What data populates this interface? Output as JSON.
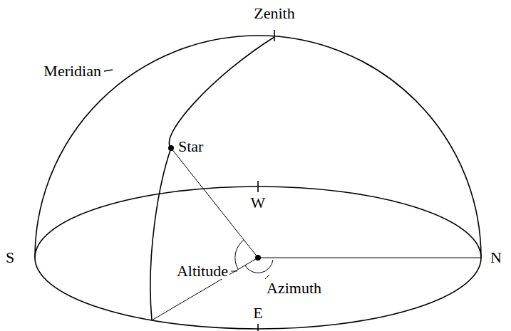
{
  "diagram": {
    "labels": [
      "Zenith",
      "Meridian",
      "Star",
      "W",
      "S",
      "Altitude",
      "Azimuth",
      "N",
      "E"
    ]
  }
}
